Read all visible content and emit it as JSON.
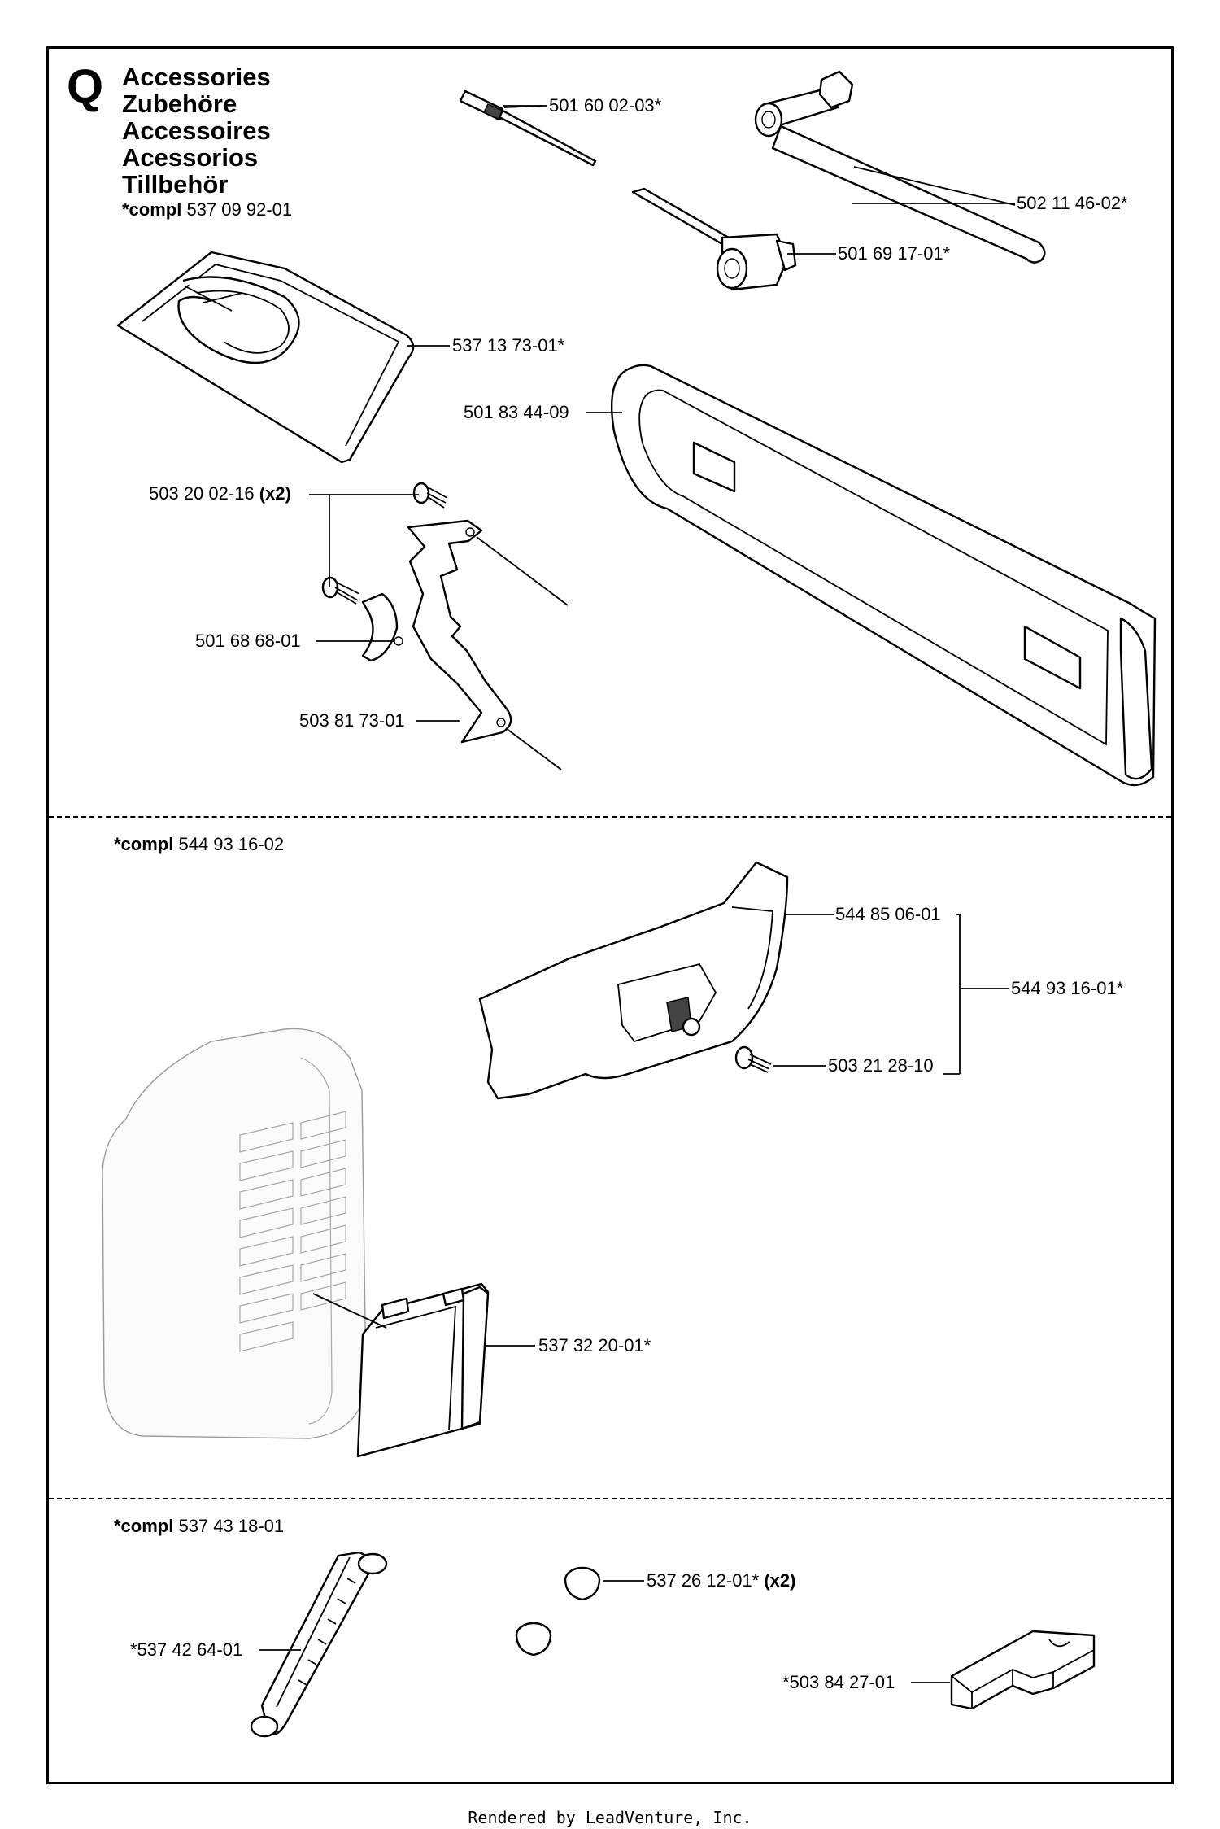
{
  "section": {
    "letter": "Q",
    "titles": [
      "Accessories",
      "Zubehöre",
      "Accessoires",
      "Acessorios",
      "Tillbehör"
    ]
  },
  "groups": [
    {
      "compl_label": "*compl",
      "compl_number": "537 09 92-01"
    },
    {
      "compl_label": "*compl",
      "compl_number": "544 93 16-02"
    },
    {
      "compl_label": "*compl",
      "compl_number": "537 43 18-01"
    }
  ],
  "parts": {
    "file": "501 60 02-03*",
    "combination_spanner": "502 11 46-02*",
    "screwdriver_spanner": "501 69 17-01*",
    "tool_bag": "537 13 73-01*",
    "bar_cover": "501 83 44-09",
    "screw": "503 20 02-16",
    "screw_qty": "(x2)",
    "bracket": "501 68 68-01",
    "plate": "503 81 73-01",
    "guard": "544 85 06-01",
    "guard_kit": "544 93 16-01*",
    "guard_screw": "503 21 28-10",
    "winter_cover": "537 32 20-01*",
    "plug": "537 26 12-01*",
    "plug_qty": "(x2)",
    "hose": "*537 42 64-01",
    "block": "*503 84 27-01"
  },
  "footer": "Rendered by LeadVenture, Inc."
}
